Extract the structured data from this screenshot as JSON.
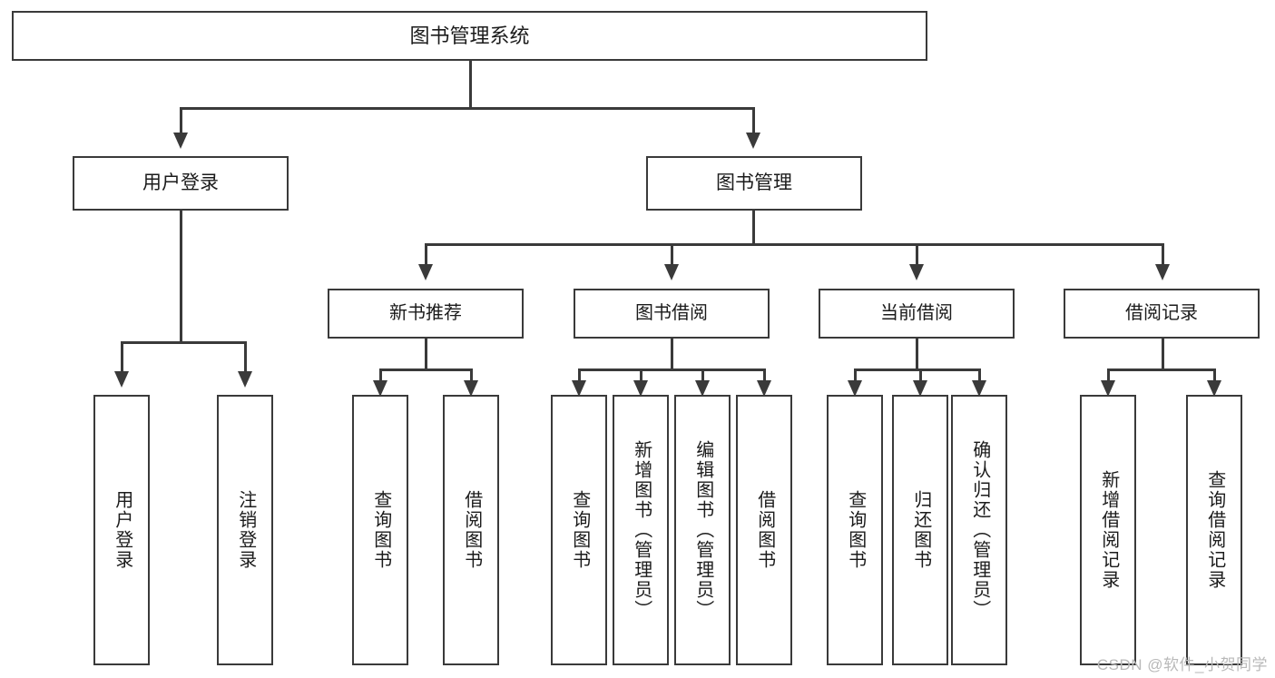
{
  "diagram": {
    "type": "tree",
    "title": "图书管理系统",
    "root": {
      "label": "图书管理系统"
    },
    "level1": [
      {
        "label": "用户登录"
      },
      {
        "label": "图书管理"
      }
    ],
    "level2": [
      {
        "label": "新书推荐",
        "parent": "图书管理"
      },
      {
        "label": "图书借阅",
        "parent": "图书管理"
      },
      {
        "label": "当前借阅",
        "parent": "图书管理"
      },
      {
        "label": "借阅记录",
        "parent": "图书管理"
      }
    ],
    "leaves": {
      "user_login": [
        {
          "label": "用户登录"
        },
        {
          "label": "注销登录"
        }
      ],
      "new_book_recommend": [
        {
          "label": "查询图书"
        },
        {
          "label": "借阅图书"
        }
      ],
      "book_borrow": [
        {
          "label": "查询图书"
        },
        {
          "label": "新增图书（管理员）"
        },
        {
          "label": "编辑图书（管理员）"
        },
        {
          "label": "借阅图书"
        }
      ],
      "current_borrow": [
        {
          "label": "查询图书"
        },
        {
          "label": "归还图书"
        },
        {
          "label": "确认归还（管理员）"
        }
      ],
      "borrow_record": [
        {
          "label": "新增借阅记录"
        },
        {
          "label": "查询借阅记录"
        }
      ]
    }
  },
  "watermark": {
    "text": "CSDN @软件_小贺同学"
  },
  "colors": {
    "stroke": "#3a3a3a",
    "fill": "#ffffff",
    "text": "#1b1b1b",
    "watermark": "#b9b9b9"
  }
}
